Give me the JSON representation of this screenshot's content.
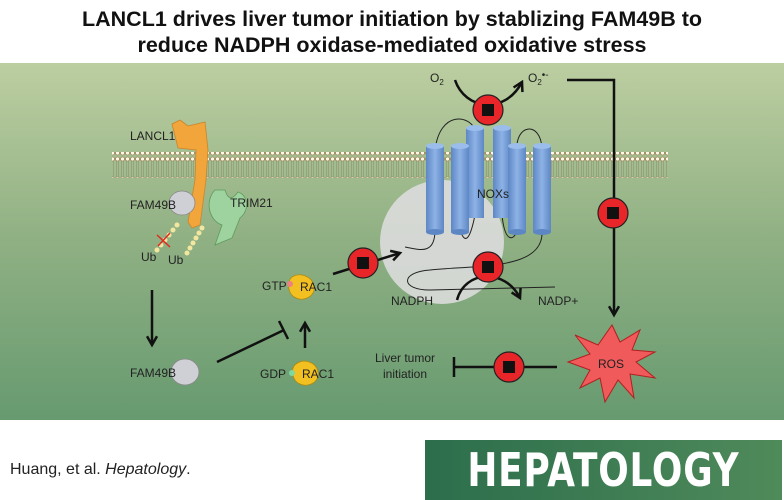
{
  "title": {
    "line1": "LANCL1 drives liver tumor initiation by stablizing FAM49B to",
    "line2": "reduce NADPH oxidase-mediated oxidative stress"
  },
  "diagram": {
    "lancl1": "LANCL1",
    "fam49b_top": "FAM49B",
    "trim21": "TRIM21",
    "ub1": "Ub",
    "ub2": "Ub",
    "fam49b_bottom": "FAM49B",
    "gtp": "GTP",
    "rac1_gtp": "RAC1",
    "gdp": "GDP",
    "rac1_gdp": "RAC1",
    "o2": "O",
    "o2_sub": "2",
    "superoxide": "O",
    "superoxide_sup": "•-",
    "noxs": "NOXs",
    "nadph": "NADPH",
    "nadp": "NADP+",
    "ros": "ROS",
    "liver_line1": "Liver tumor",
    "liver_line2": "initiation",
    "colors": {
      "panel_top": "#b9cc9f",
      "panel_bottom": "#6a9a70",
      "marker": "#e8262a",
      "ros": "#f05a5a",
      "nox": "#6f9bd6",
      "lancl1": "#f2a53a"
    }
  },
  "footer": {
    "citation_authors": "Huang, et al. ",
    "citation_journal": "Hepatology",
    "citation_end": ".",
    "logo": "HEPATOLOGY"
  }
}
